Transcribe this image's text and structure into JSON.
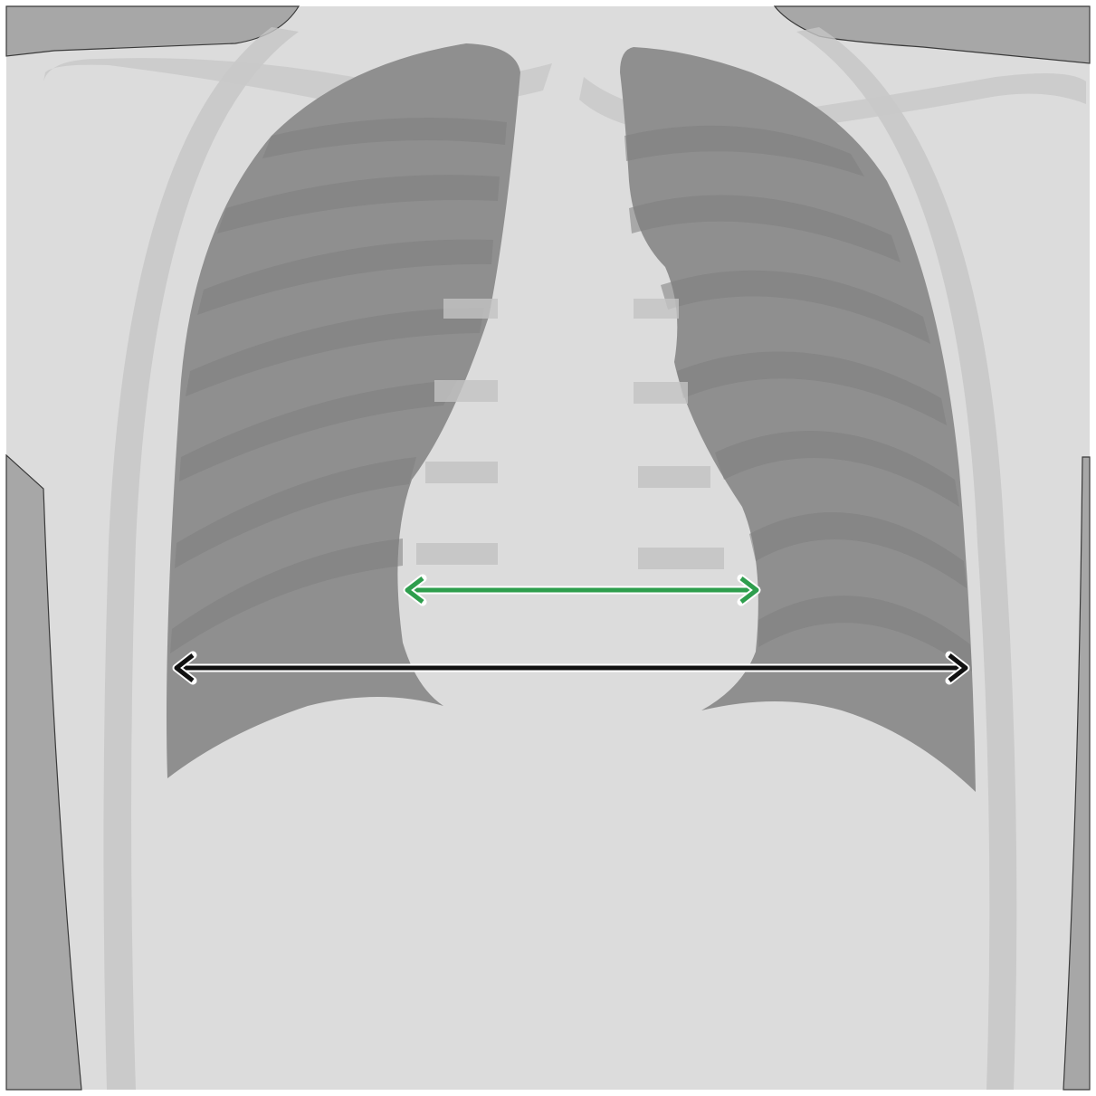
{
  "diagram": {
    "colors": {
      "frame": "#ffffff",
      "background": "#dcdcdc",
      "outer_shoulders": "#a7a7a7",
      "outline": "#3a3a3a",
      "rib_shadow": "#c6c6c6",
      "clavicle": "#c9c9c9",
      "lung_field": "#8f8f8f",
      "lung_rib_band": "#7f7f7f",
      "mediastinum": "#dcdcdc",
      "vertebra_marks": "#c3c3c3",
      "cardiac_width_arrow": "#2e9e4d",
      "thoracic_width_arrow": "#111111",
      "arrow_halo": "#ffffff"
    },
    "annotations": [
      {
        "id": "cardiac-width",
        "kind": "double-headed arrow",
        "color": "green"
      },
      {
        "id": "thoracic-width",
        "kind": "double-headed arrow",
        "color": "black"
      }
    ]
  }
}
